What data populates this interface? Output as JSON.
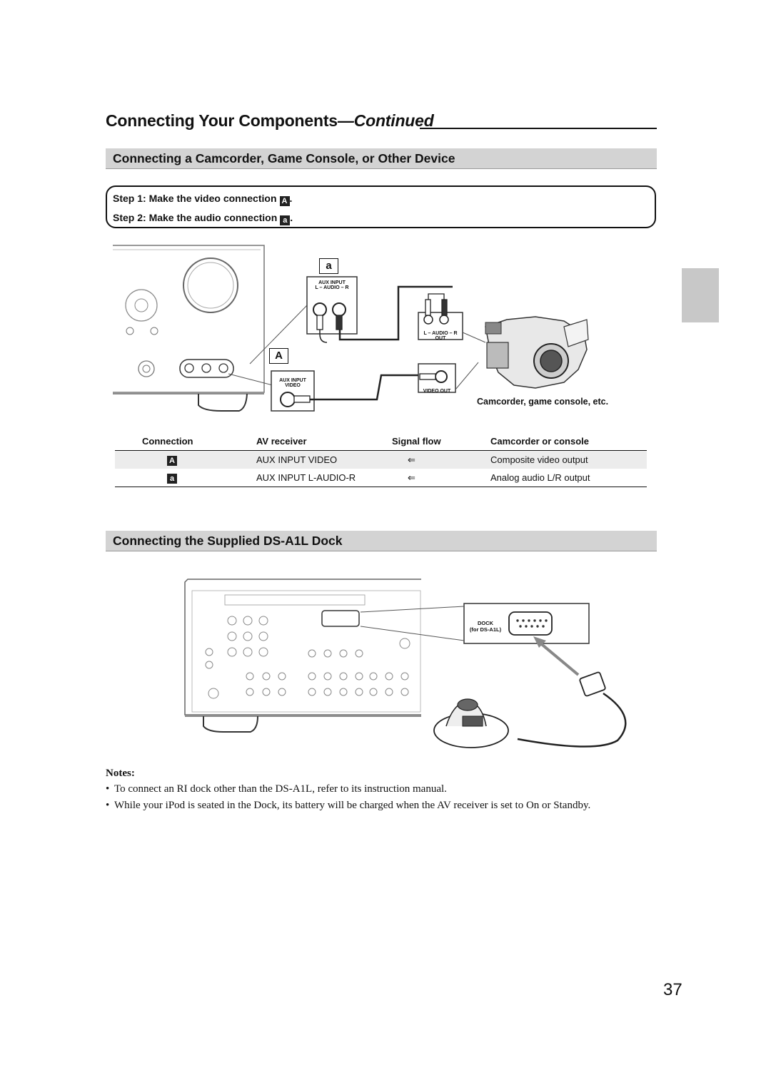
{
  "header": {
    "title_main": "Connecting Your Components",
    "title_suffix": "—Continued"
  },
  "section1": {
    "title": "Connecting a Camcorder, Game Console, or Other Device",
    "step1": "Step 1: Make the video connection",
    "step1_badge": "A",
    "step2": "Step 2: Make the audio connection",
    "step2_badge": "a"
  },
  "diagram1": {
    "badge_audio": "a",
    "badge_video": "A",
    "aux_input_audio_title": "AUX INPUT",
    "aux_input_audio_sub": "L – AUDIO – R",
    "aux_input_video_title": "AUX INPUT",
    "aux_input_video_sub": "VIDEO",
    "camcorder_audio_out": "L – AUDIO – R",
    "camcorder_audio_out_sub": "OUT",
    "camcorder_video_out": "VIDEO OUT",
    "camcorder_caption": "Camcorder, game console, etc."
  },
  "table": {
    "headers": [
      "Connection",
      "AV receiver",
      "Signal flow",
      "Camcorder or console"
    ],
    "rows": [
      {
        "badge": "A",
        "receiver": "AUX INPUT VIDEO",
        "flow": "⇐",
        "device": "Composite video output"
      },
      {
        "badge": "a",
        "receiver": "AUX INPUT L-AUDIO-R",
        "flow": "⇐",
        "device": "Analog audio L/R output"
      }
    ]
  },
  "section2": {
    "title": "Connecting the Supplied DS-A1L Dock"
  },
  "diagram2": {
    "dock_label": "DOCK",
    "dock_sub": "(for DS-A1L)"
  },
  "notes": {
    "title": "Notes:",
    "items": [
      "To connect an RI dock other than the DS-A1L, refer to its instruction manual.",
      "While your iPod is seated in the Dock, its battery will be charged when the AV receiver is set to On or Standby."
    ]
  },
  "page_number": "37",
  "colors": {
    "section_bar": "#d3d3d3",
    "side_tab": "#c8c8c8",
    "row_highlight": "#ececec"
  }
}
